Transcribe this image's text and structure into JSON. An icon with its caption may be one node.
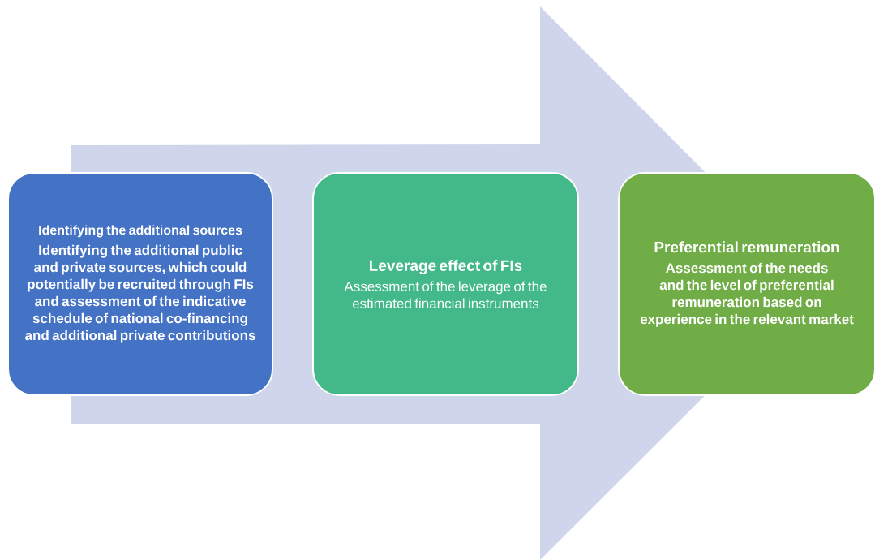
{
  "diagram": {
    "nodes": [
      {
        "text": [
          "Identifying the additional sources",
          "Identifying the additional public and private sources, which could potentially be recruited through FIs and assessment of the indicative schedule of national co-financing and additional private contributions"
        ]
      },
      {
        "text": [
          "Leverage effect of FIs",
          "Assessment of the leverage of the estimated financial instruments"
        ]
      },
      {
        "text": [
          "Preferential remuneration",
          "Assessment of the needs and the level of preferential remuneration based on experience in the relevant market"
        ]
      }
    ],
    "edges": [
      {
        "from": 0,
        "to": 2,
        "arrow": "to"
      }
    ]
  }
}
